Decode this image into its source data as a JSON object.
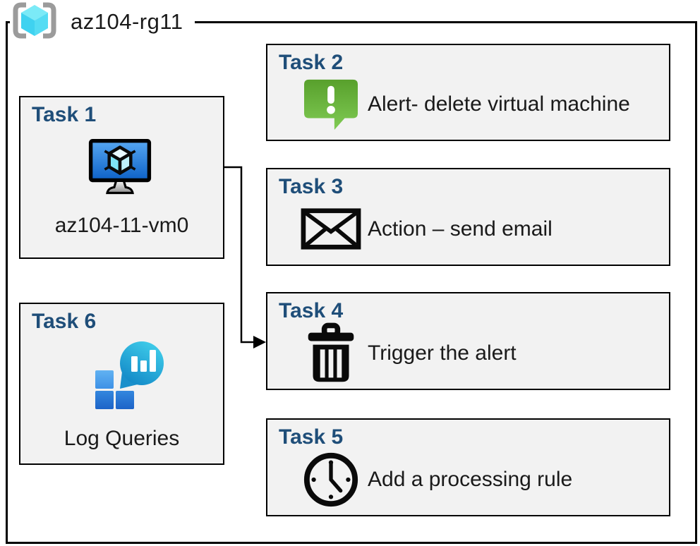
{
  "header": {
    "label": "az104-rg11",
    "icon": "resource-group-icon"
  },
  "colors": {
    "title_navy": "#1F4E79",
    "box_fill": "#F2F2F2",
    "border_black": "#000000",
    "alert_green": "#6CB33F",
    "vm_screen_blue": "#2B84E0",
    "log_cyan": "#2BAAD4",
    "log_square_blue": "#2A77D4",
    "rg_cube_cyan": "#50E0F2",
    "bracket_gray": "#9B9B9B"
  },
  "tasks": [
    {
      "title": "Task 1",
      "label": "az104-11-vm0",
      "icon": "virtual-machine-icon"
    },
    {
      "title": "Task 2",
      "label": "Alert- delete virtual machine",
      "icon": "alert-icon"
    },
    {
      "title": "Task 3",
      "label": "Action – send email",
      "icon": "email-icon"
    },
    {
      "title": "Task 4",
      "label": "Trigger the alert",
      "icon": "trash-icon"
    },
    {
      "title": "Task 5",
      "label": "Add a processing rule",
      "icon": "clock-icon"
    },
    {
      "title": "Task 6",
      "label": "Log Queries",
      "icon": "log-queries-icon"
    }
  ],
  "connector": {
    "from": "Task 1",
    "to": "Task 4"
  }
}
